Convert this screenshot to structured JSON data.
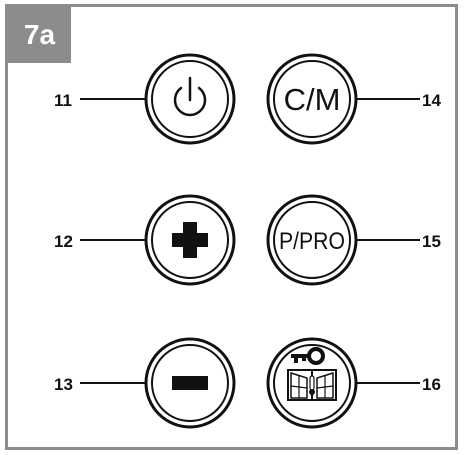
{
  "figure": {
    "tag": "7a",
    "tag_color": "#8c8c8c",
    "border_color": "#8c8c8c"
  },
  "buttons": [
    {
      "callout": "11",
      "icon": "power-icon",
      "label": ""
    },
    {
      "callout": "12",
      "icon": "plus-icon",
      "label": ""
    },
    {
      "callout": "13",
      "icon": "minus-icon",
      "label": ""
    },
    {
      "callout": "14",
      "icon": "",
      "label": "C/M"
    },
    {
      "callout": "15",
      "icon": "",
      "label": "P/PRO"
    },
    {
      "callout": "16",
      "icon": "key-window-icon",
      "label": ""
    }
  ]
}
